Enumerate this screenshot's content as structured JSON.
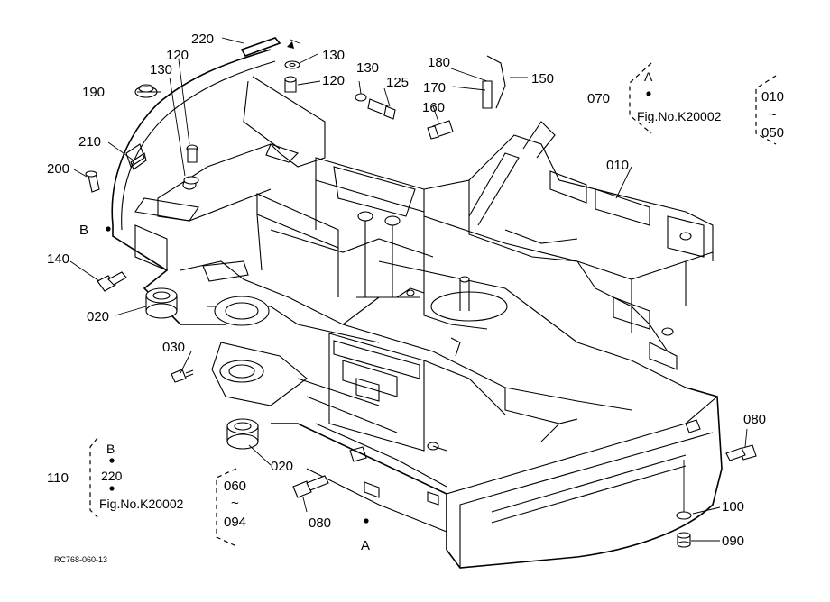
{
  "labels": {
    "p220_top": "220",
    "p120_top": "120",
    "p130_a": "130",
    "p130_b": "130",
    "p130_c": "130",
    "p120_b": "120",
    "p125": "125",
    "p190": "190",
    "p180": "180",
    "p170": "170",
    "p150": "150",
    "p160": "160",
    "p070": "070",
    "p010_right": "010",
    "p210": "210",
    "p200": "200",
    "pB_left": "B",
    "p140": "140",
    "p020_a": "020",
    "p030": "030",
    "p020_b": "020",
    "p080_right": "080",
    "p080_bottom": "080",
    "p100": "100",
    "p090": "090",
    "p110": "110",
    "pA_bottom": "A"
  },
  "ref_a": {
    "letter": "A",
    "fig": "Fig.No.K20002"
  },
  "range_010": {
    "from": "010",
    "tilde": "~",
    "to": "050"
  },
  "ref_b": {
    "letter": "B",
    "item": "220",
    "fig": "Fig.No.K20002"
  },
  "range_060": {
    "from": "060",
    "tilde": "~",
    "to": "094"
  },
  "drawing_code": "RC768-060-13"
}
